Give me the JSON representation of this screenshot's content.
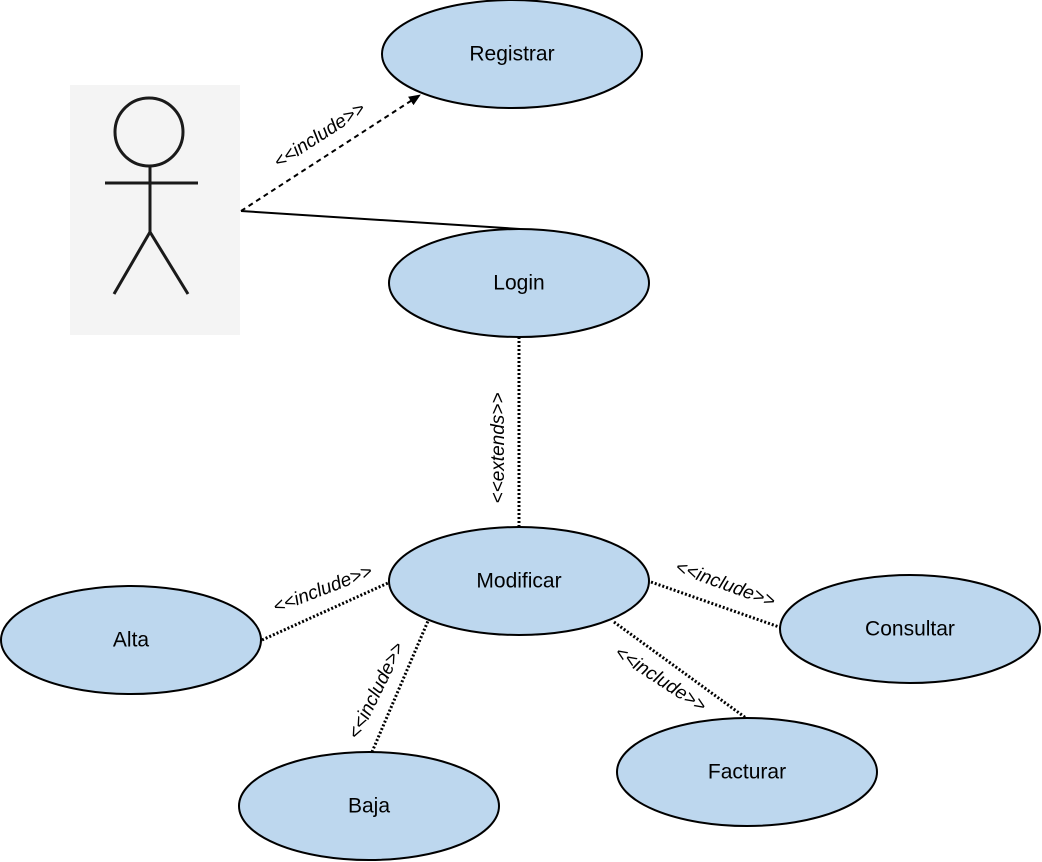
{
  "colors": {
    "use_case_fill": "#bdd7ee",
    "stroke": "#000000"
  },
  "use_cases": {
    "registrar": "Registrar",
    "login": "Login",
    "modificar": "Modificar",
    "alta": "Alta",
    "baja": "Baja",
    "facturar": "Facturar",
    "consultar": "Consultar"
  },
  "relations": {
    "actor_registrar": "<<include>>",
    "login_modificar": "<<extends>>",
    "modificar_alta": "<<include>>",
    "modificar_baja": "<<include>>",
    "modificar_facturar": "<<include>>",
    "modificar_consultar": "<<include>>"
  },
  "actor": {
    "icon": "stick-figure-actor"
  }
}
